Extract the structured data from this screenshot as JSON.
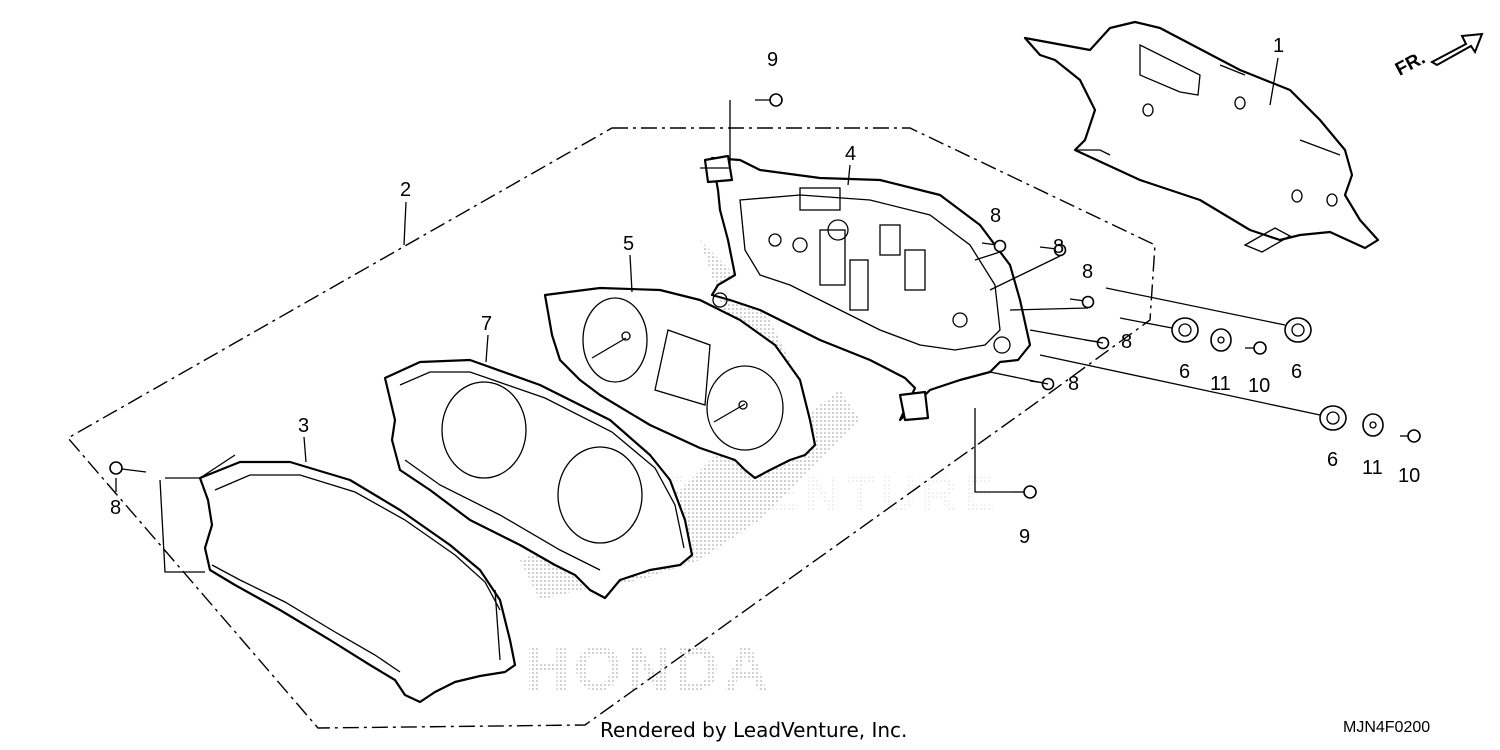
{
  "diagram": {
    "credit": "Rendered by LeadVenture, Inc.",
    "code": "MJN4F0200",
    "direction_label": "FR.",
    "watermark": [
      "PARTSVENTURE",
      "HONDA"
    ]
  },
  "callouts": [
    {
      "id": "c1",
      "label": "1"
    },
    {
      "id": "c2",
      "label": "2"
    },
    {
      "id": "c3",
      "label": "3"
    },
    {
      "id": "c4",
      "label": "4"
    },
    {
      "id": "c5",
      "label": "5"
    },
    {
      "id": "c6a",
      "label": "6"
    },
    {
      "id": "c6b",
      "label": "6"
    },
    {
      "id": "c6c",
      "label": "6"
    },
    {
      "id": "c7",
      "label": "7"
    },
    {
      "id": "c8a",
      "label": "8"
    },
    {
      "id": "c8b",
      "label": "8"
    },
    {
      "id": "c8c",
      "label": "8"
    },
    {
      "id": "c8d",
      "label": "8"
    },
    {
      "id": "c8e",
      "label": "8"
    },
    {
      "id": "c8f",
      "label": "8"
    },
    {
      "id": "c9a",
      "label": "9"
    },
    {
      "id": "c9b",
      "label": "9"
    },
    {
      "id": "c10a",
      "label": "10"
    },
    {
      "id": "c10b",
      "label": "10"
    },
    {
      "id": "c11a",
      "label": "11"
    },
    {
      "id": "c11b",
      "label": "11"
    }
  ]
}
